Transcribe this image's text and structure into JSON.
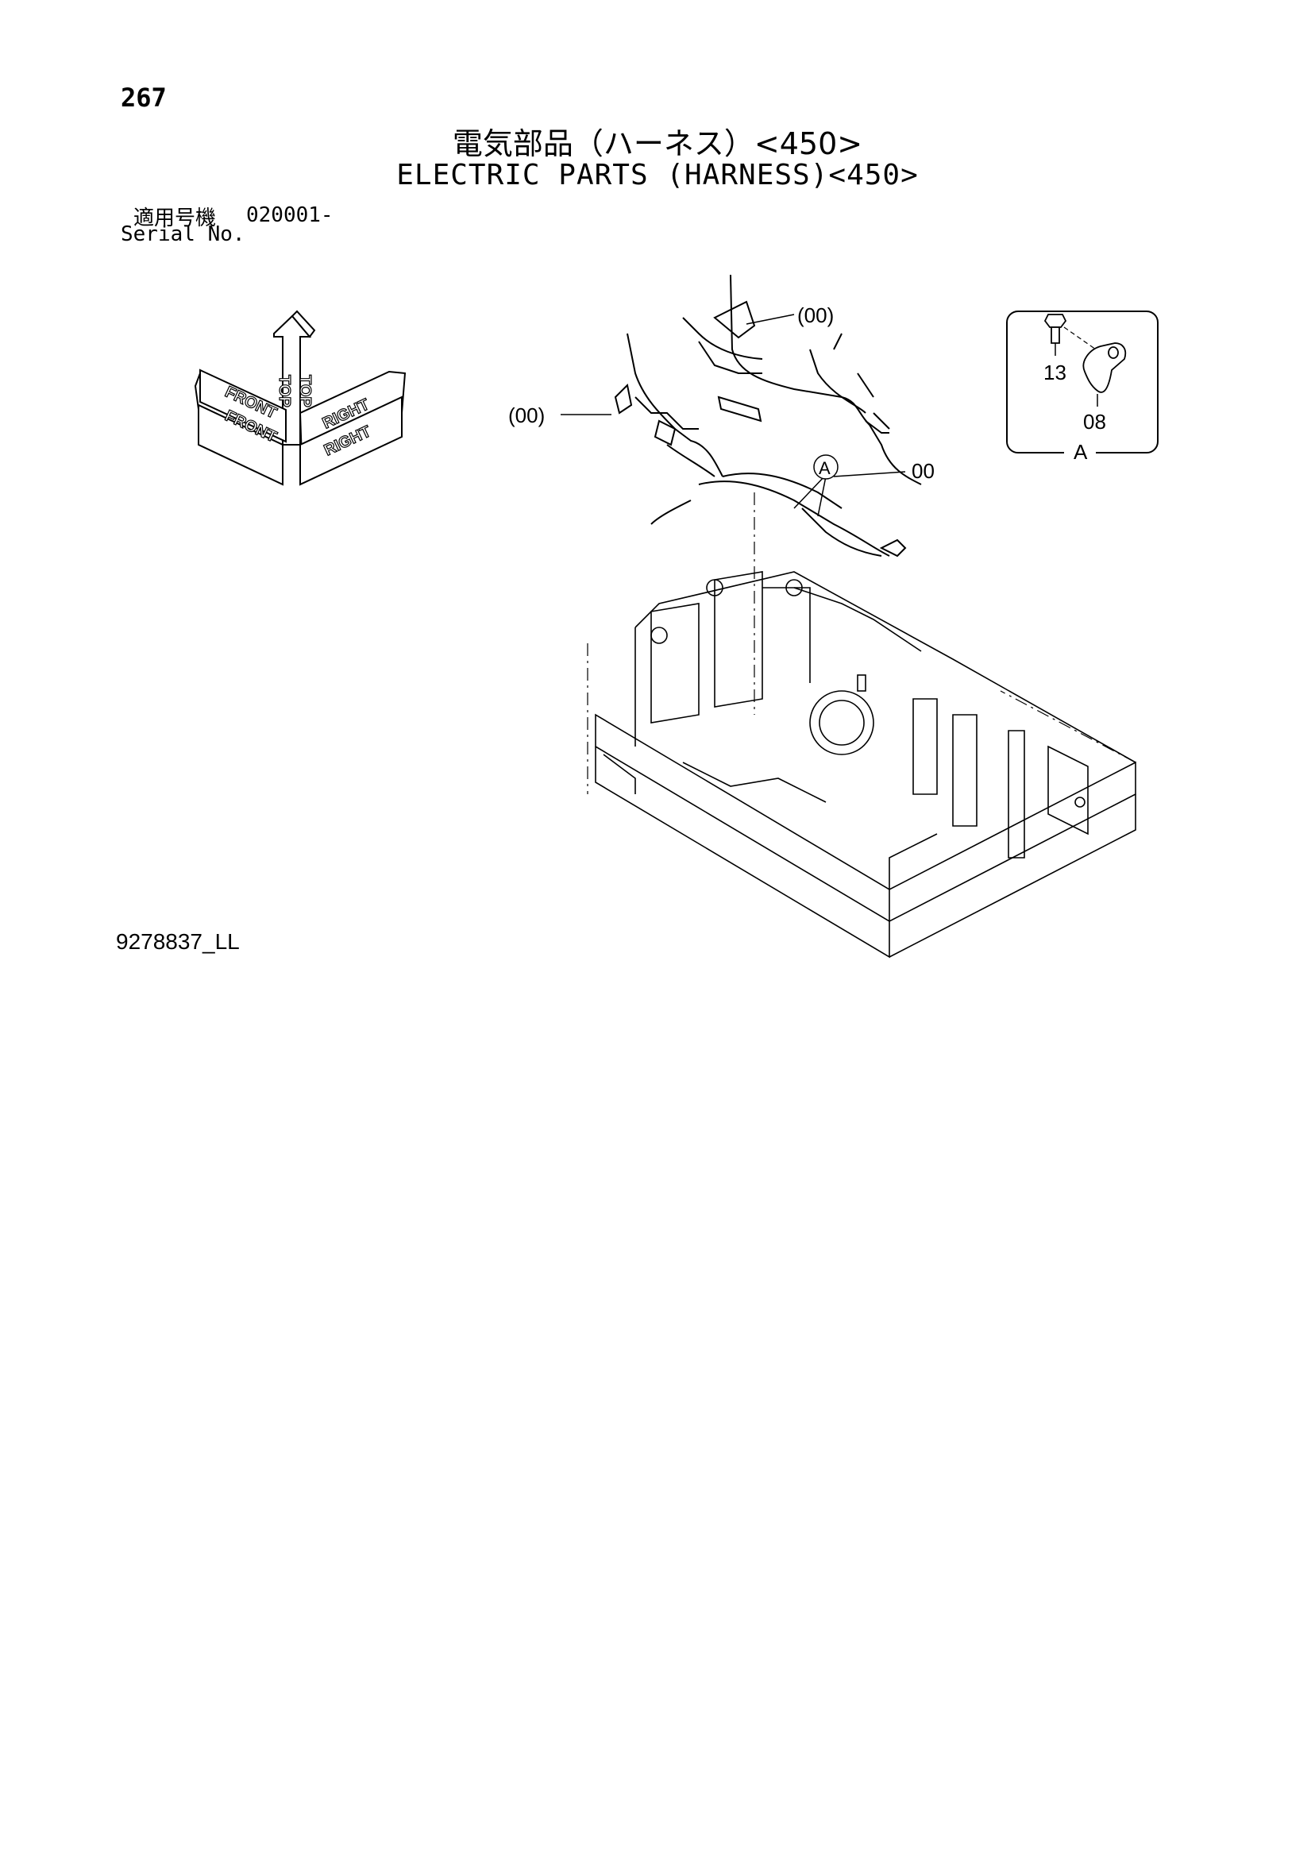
{
  "page": {
    "number": "267",
    "title_jp": "電気部品（ハーネス）<450>",
    "title_en": "ELECTRIC PARTS (HARNESS)<450>",
    "serial_label_jp": "適用号機",
    "serial_value": "020001-",
    "serial_label_en": "Serial No.",
    "drawing_code": "9278837_LL"
  },
  "orientation": {
    "top": "TOP",
    "front": "FRONT",
    "right": "RIGHT"
  },
  "callouts": {
    "upper_harness": "(00)",
    "left_harness": "(00)",
    "main_harness": "00",
    "detail_ref": "A"
  },
  "detail": {
    "label": "A",
    "bolt": "13",
    "clamp": "08"
  },
  "colors": {
    "ink": "#000000",
    "paper": "#ffffff"
  }
}
